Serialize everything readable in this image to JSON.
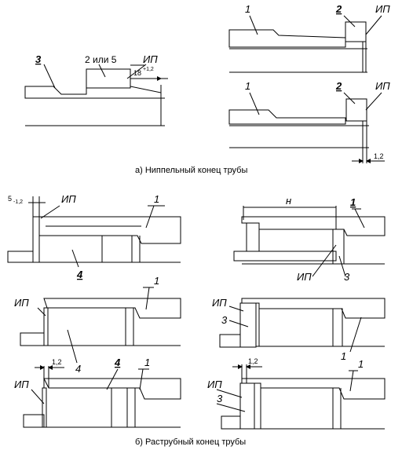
{
  "captions": {
    "a": "а) Ниппельный конец трубы",
    "b": "б) Раструбный конец трубы"
  },
  "labels": {
    "l1": "1",
    "l2": "2",
    "l3": "3",
    "l4": "4",
    "ip": "ИП",
    "two_or_five": "2 или 5",
    "h": "н"
  },
  "dims": {
    "d18": "18",
    "d18_tol": "+1,2",
    "d5": "5",
    "d5_tol": "-1,2",
    "d12": "1,2"
  }
}
